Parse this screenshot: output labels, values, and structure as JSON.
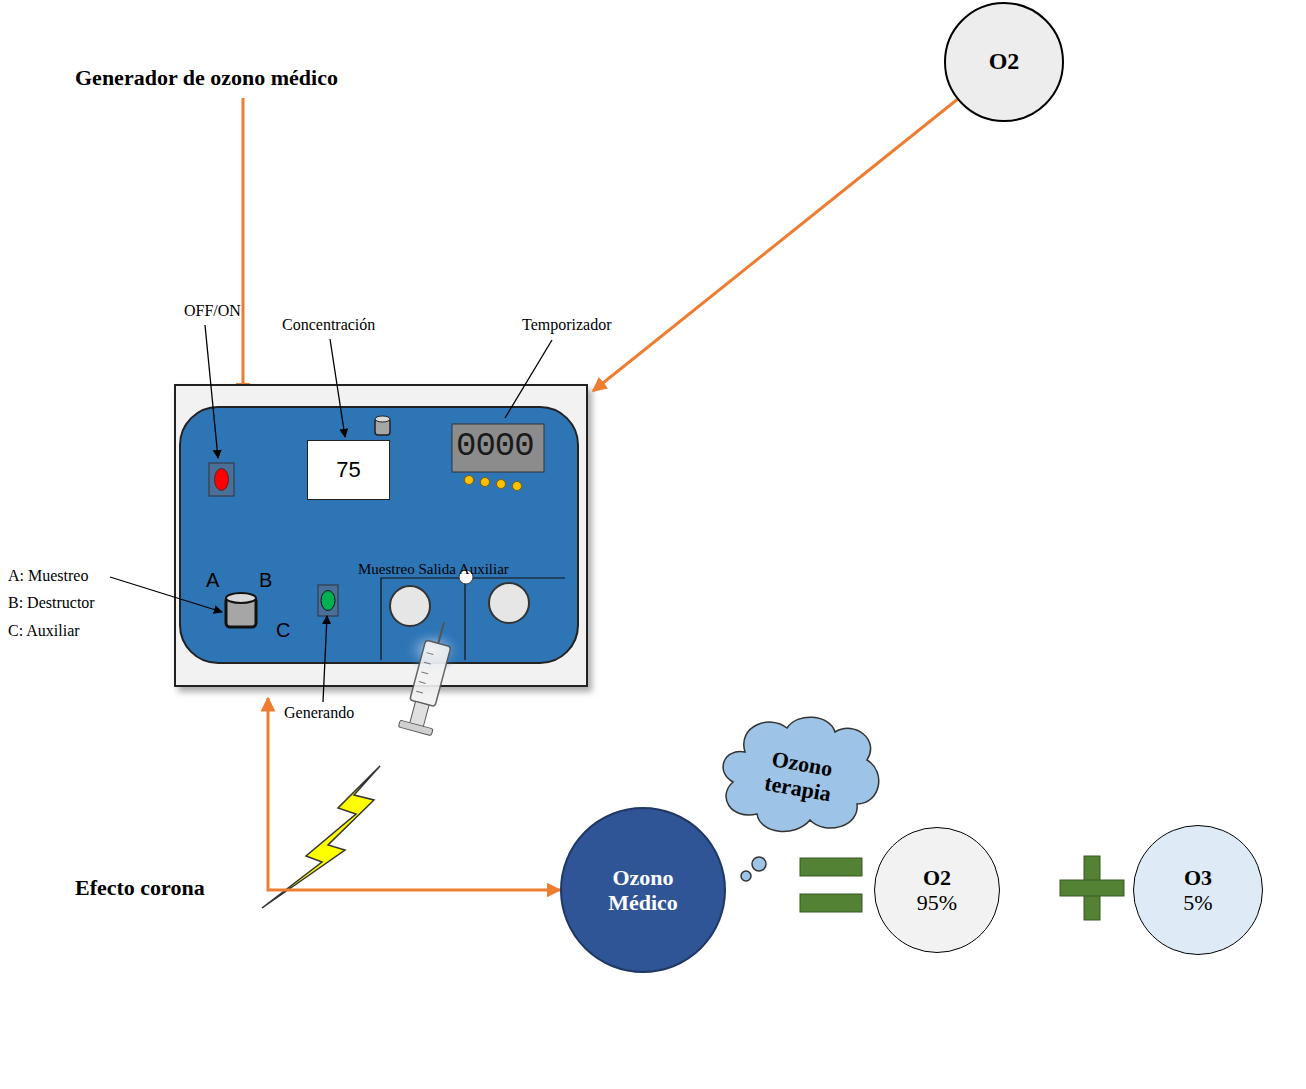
{
  "diagram": {
    "nodes": [
      {
        "text": [
          "O2"
        ]
      },
      {
        "text": [
          "A",
          "B",
          "C",
          "Muestreo Salida Auxiliar"
        ]
      },
      {
        "text": [
          "75"
        ],
        "in": 1
      },
      {
        "text": [
          "Ozono terapia"
        ]
      },
      {
        "text": [
          "Ozono Médico"
        ]
      },
      {
        "text": [
          "O2",
          "95%"
        ]
      },
      {
        "text": [
          "O3",
          "5%"
        ]
      }
    ],
    "edges": [
      {
        "from": 0,
        "to": 1,
        "arrow": "to"
      },
      {
        "from": 1,
        "to": 4,
        "arrow": "both"
      }
    ],
    "labels": [
      "Generador de ozono médico",
      "OFF/ON",
      "Concentración",
      "Temporizador",
      "0000",
      "A: Muestreo",
      "B: Destructor",
      "C: Auxiliar",
      "Generando",
      "Efecto corona"
    ]
  }
}
